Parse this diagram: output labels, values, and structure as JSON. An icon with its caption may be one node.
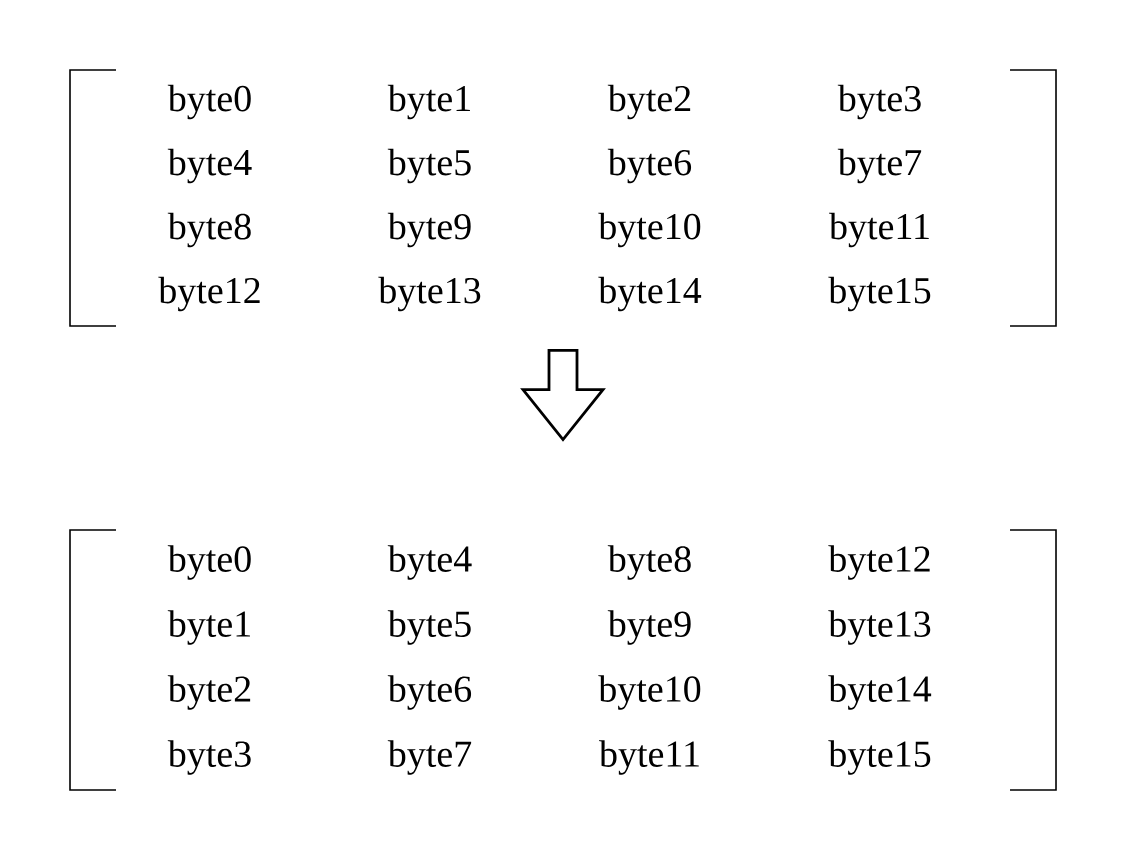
{
  "diagram": {
    "nodes": [
      {
        "text": [
          "byte0",
          "byte1",
          "byte2",
          "byte3",
          "byte4",
          "byte5",
          "byte6",
          "byte7",
          "byte8",
          "byte9",
          "byte10",
          "byte11",
          "byte12",
          "byte13",
          "byte14",
          "byte15"
        ]
      },
      {
        "text": [
          "byte0",
          "byte4",
          "byte8",
          "byte12",
          "byte1",
          "byte5",
          "byte9",
          "byte13",
          "byte2",
          "byte6",
          "byte10",
          "byte14",
          "byte3",
          "byte7",
          "byte11",
          "byte15"
        ]
      }
    ],
    "edges": [
      {
        "from": 0,
        "to": 1,
        "arrow": "to"
      }
    ]
  }
}
